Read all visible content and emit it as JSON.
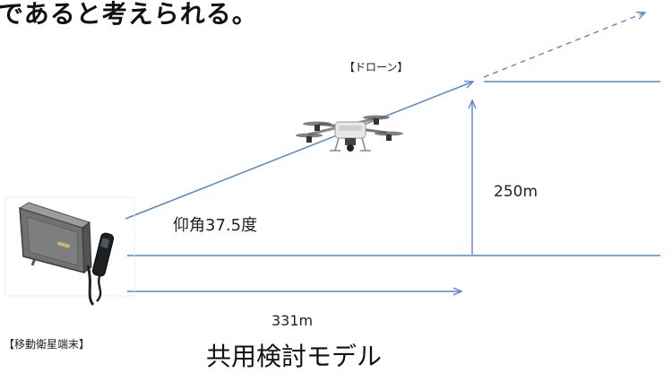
{
  "header_text": "であると考えられる。",
  "labels": {
    "drone": "【ドローン】",
    "height": "250m",
    "elevation_angle": "仰角37.5度",
    "terminal": "【移動衛星端末】",
    "distance": "331m"
  },
  "caption": "共用検討モデル",
  "colors": {
    "line": "#5b86c4",
    "text": "#222222"
  },
  "icons": [
    "drone-icon",
    "satellite-terminal-icon",
    "handset-icon"
  ]
}
